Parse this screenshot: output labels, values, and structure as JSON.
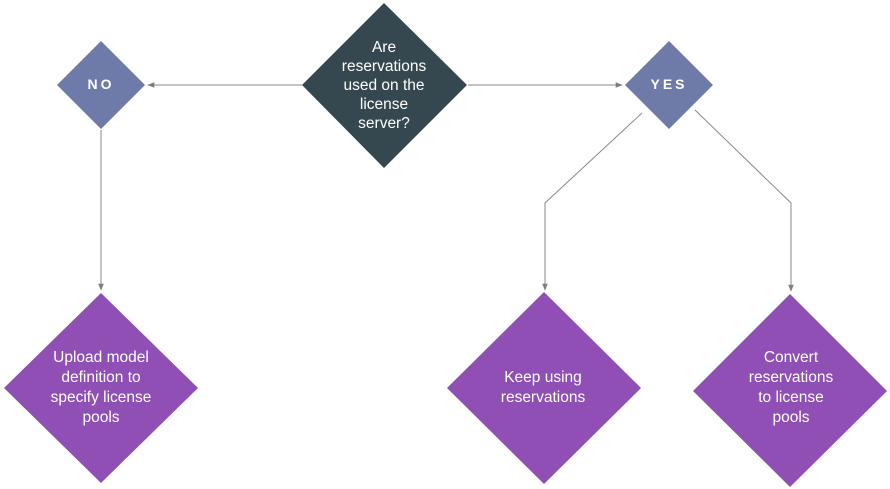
{
  "colors": {
    "question_fill": "#36484f",
    "decision_fill": "#6e7ba8",
    "outcome_fill": "#8f4fb5",
    "connector": "#7f7f7f",
    "text": "#ffffff"
  },
  "nodes": {
    "question": "Are\nreservations\nused on the\nlicense\nserver?",
    "no": "NO",
    "yes": "YES",
    "upload": "Upload model\ndefinition to\nspecify license\npools",
    "keep": "Keep using\nreservations",
    "convert": "Convert\nreservations\nto license\npools"
  }
}
